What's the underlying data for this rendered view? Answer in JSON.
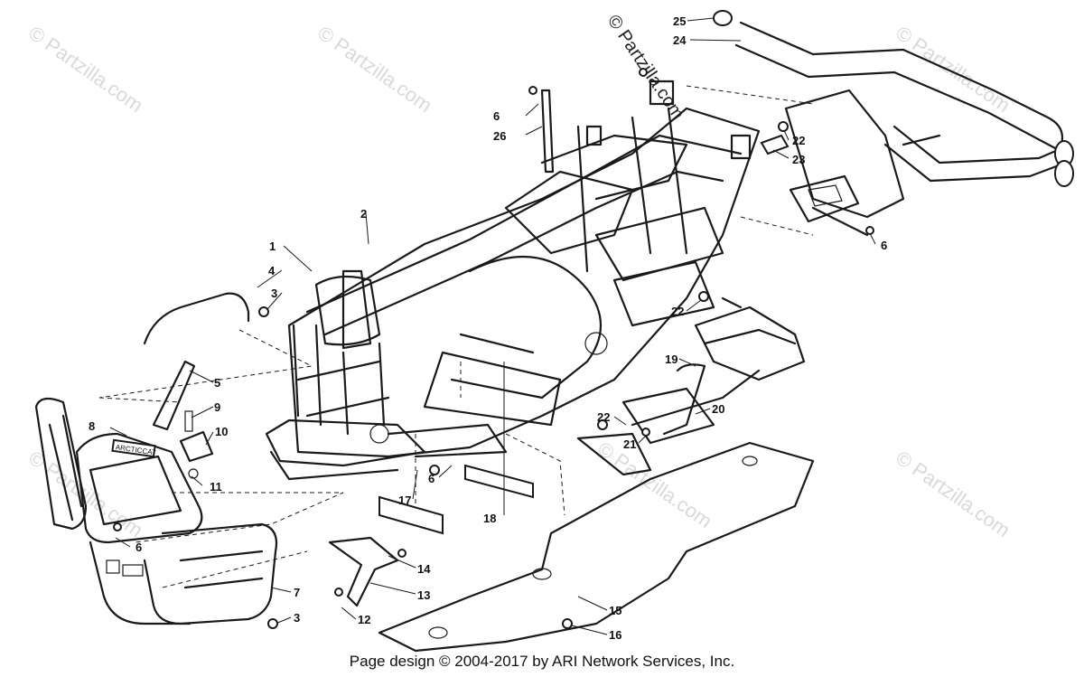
{
  "footer": "Page design © 2004-2017 by ARI Network Services, Inc.",
  "watermark": "© Partzilla.com",
  "watermark_main": "© Partzilla.com",
  "bumper_badge": "ARCTICCAT",
  "callouts": [
    "1",
    "2",
    "3",
    "4",
    "5",
    "6",
    "7",
    "8",
    "9",
    "10",
    "11",
    "12",
    "13",
    "14",
    "15",
    "16",
    "17",
    "18",
    "19",
    "20",
    "21",
    "22",
    "23",
    "24",
    "25",
    "26"
  ]
}
